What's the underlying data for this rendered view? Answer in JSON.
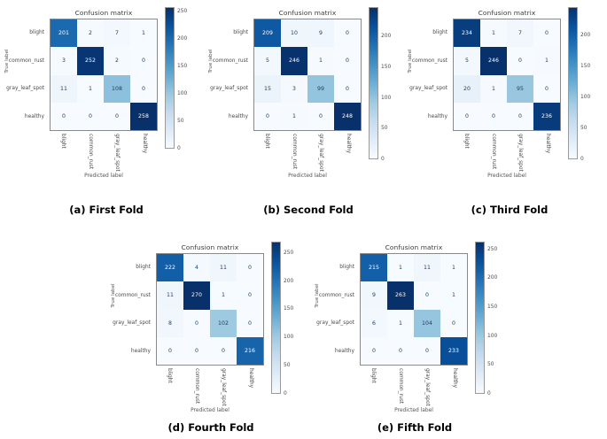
{
  "figure": {
    "class_labels": [
      "blight",
      "common_rust",
      "gray_leaf_spot",
      "healthy"
    ],
    "panels": [
      {
        "caption": "(a)  First Fold",
        "title": "Confusion matrix",
        "xlabel": "Predicted label",
        "ylabel": "True label",
        "cbar_ticks": [
          "250",
          "200",
          "150",
          "100",
          "50",
          "0"
        ],
        "cbar_max": 258,
        "rows": [
          [
            "201",
            "2",
            "7",
            "1"
          ],
          [
            "3",
            "252",
            "2",
            "0"
          ],
          [
            "11",
            "1",
            "108",
            "0"
          ],
          [
            "0",
            "0",
            "0",
            "258"
          ]
        ]
      },
      {
        "caption": "(b) Second Fold",
        "title": "Confusion matrix",
        "xlabel": "Predicted label",
        "ylabel": "True label",
        "cbar_ticks": [
          "200",
          "150",
          "100",
          "50",
          "0"
        ],
        "cbar_max": 248,
        "rows": [
          [
            "209",
            "10",
            "9",
            "0"
          ],
          [
            "5",
            "246",
            "1",
            "0"
          ],
          [
            "15",
            "3",
            "99",
            "0"
          ],
          [
            "0",
            "1",
            "0",
            "248"
          ]
        ]
      },
      {
        "caption": "(c) Third Fold",
        "title": "Confusion matrix",
        "xlabel": "Predicted label",
        "ylabel": "True label",
        "cbar_ticks": [
          "200",
          "150",
          "100",
          "50",
          "0"
        ],
        "cbar_max": 246,
        "rows": [
          [
            "234",
            "1",
            "7",
            "0"
          ],
          [
            "5",
            "246",
            "0",
            "1"
          ],
          [
            "20",
            "1",
            "95",
            "0"
          ],
          [
            "0",
            "0",
            "0",
            "236"
          ]
        ]
      },
      {
        "caption": "(d) Fourth Fold",
        "title": "Confusion matrix",
        "xlabel": "Predicted label",
        "ylabel": "True label",
        "cbar_ticks": [
          "250",
          "200",
          "150",
          "100",
          "50",
          "0"
        ],
        "cbar_max": 270,
        "rows": [
          [
            "222",
            "4",
            "11",
            "0"
          ],
          [
            "11",
            "270",
            "1",
            "0"
          ],
          [
            "8",
            "0",
            "102",
            "0"
          ],
          [
            "0",
            "0",
            "0",
            "216"
          ]
        ]
      },
      {
        "caption": "(e) Fifth Fold",
        "title": "Confusion matrix",
        "xlabel": "Predicted label",
        "ylabel": "True label",
        "cbar_ticks": [
          "250",
          "200",
          "150",
          "100",
          "50",
          "0"
        ],
        "cbar_max": 263,
        "rows": [
          [
            "215",
            "1",
            "11",
            "1"
          ],
          [
            "9",
            "263",
            "0",
            "1"
          ],
          [
            "6",
            "1",
            "104",
            "0"
          ],
          [
            "0",
            "0",
            "0",
            "233"
          ]
        ]
      }
    ]
  },
  "chart_data": {
    "type": "heatmap",
    "title": "Confusion matrix",
    "xlabel": "Predicted label",
    "ylabel": "True label",
    "colormap": "Blues",
    "grid": false,
    "legend": "colorbar-right",
    "categories": [
      "blight",
      "common_rust",
      "gray_leaf_spot",
      "healthy"
    ],
    "panels": [
      {
        "name": "(a)  First Fold",
        "matrix": [
          [
            201,
            2,
            7,
            1
          ],
          [
            3,
            252,
            2,
            0
          ],
          [
            11,
            1,
            108,
            0
          ],
          [
            0,
            0,
            0,
            258
          ]
        ],
        "cbar_range": [
          0,
          258
        ],
        "cbar_ticks": [
          0,
          50,
          100,
          150,
          200,
          250
        ]
      },
      {
        "name": "(b) Second Fold",
        "matrix": [
          [
            209,
            10,
            9,
            0
          ],
          [
            5,
            246,
            1,
            0
          ],
          [
            15,
            3,
            99,
            0
          ],
          [
            0,
            1,
            0,
            248
          ]
        ],
        "cbar_range": [
          0,
          248
        ],
        "cbar_ticks": [
          0,
          50,
          100,
          150,
          200
        ]
      },
      {
        "name": "(c) Third Fold",
        "matrix": [
          [
            234,
            1,
            7,
            0
          ],
          [
            5,
            246,
            0,
            1
          ],
          [
            20,
            1,
            95,
            0
          ],
          [
            0,
            0,
            0,
            236
          ]
        ],
        "cbar_range": [
          0,
          246
        ],
        "cbar_ticks": [
          0,
          50,
          100,
          150,
          200
        ]
      },
      {
        "name": "(d) Fourth Fold",
        "matrix": [
          [
            222,
            4,
            11,
            0
          ],
          [
            11,
            270,
            1,
            0
          ],
          [
            8,
            0,
            102,
            0
          ],
          [
            0,
            0,
            0,
            216
          ]
        ],
        "cbar_range": [
          0,
          270
        ],
        "cbar_ticks": [
          0,
          50,
          100,
          150,
          200,
          250
        ]
      },
      {
        "name": "(e) Fifth Fold",
        "matrix": [
          [
            215,
            1,
            11,
            1
          ],
          [
            9,
            263,
            0,
            1
          ],
          [
            6,
            1,
            104,
            0
          ],
          [
            0,
            0,
            0,
            233
          ]
        ],
        "cbar_range": [
          0,
          263
        ],
        "cbar_ticks": [
          0,
          50,
          100,
          150,
          200,
          250
        ]
      }
    ]
  }
}
